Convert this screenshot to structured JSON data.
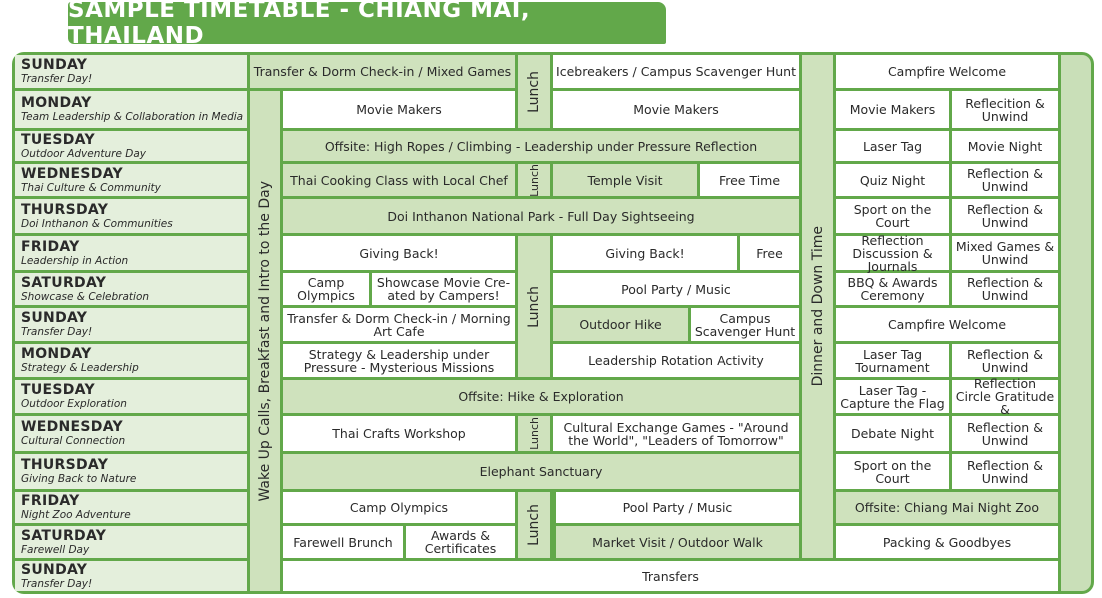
{
  "title": "SAMPLE TIMETABLE - CHIANG MAI, THAILAND",
  "side_labels": {
    "wakeup": "Wake Up Calls, Breakfast and Intro to the Day",
    "lunch": "Lunch",
    "dinner": "Dinner and Down Time"
  },
  "days": [
    {
      "name": "SUNDAY",
      "theme": "Transfer Day!"
    },
    {
      "name": "MONDAY",
      "theme": "Team Leadership & Collaboration in Media"
    },
    {
      "name": "TUESDAY",
      "theme": "Outdoor Adventure Day"
    },
    {
      "name": "WEDNESDAY",
      "theme": "Thai Culture & Community"
    },
    {
      "name": "THURSDAY",
      "theme": "Doi Inthanon & Communities"
    },
    {
      "name": "FRIDAY",
      "theme": "Leadership in Action"
    },
    {
      "name": "SATURDAY",
      "theme": "Showcase & Celebration"
    },
    {
      "name": "SUNDAY",
      "theme": "Transfer Day!"
    },
    {
      "name": "MONDAY",
      "theme": "Strategy & Leadership"
    },
    {
      "name": "TUESDAY",
      "theme": "Outdoor Exploration"
    },
    {
      "name": "WEDNESDAY",
      "theme": "Cultural Connection"
    },
    {
      "name": "THURSDAY",
      "theme": "Giving Back to Nature"
    },
    {
      "name": "FRIDAY",
      "theme": "Night Zoo Adventure"
    },
    {
      "name": "SATURDAY",
      "theme": "Farewell Day"
    },
    {
      "name": "SUNDAY",
      "theme": "Transfer Day!"
    }
  ],
  "activities": [
    "Transfer & Dorm Check-in / Mixed Games",
    "Icebreakers / Campus Scavenger Hunt",
    "Campfire Welcome",
    "Movie Makers",
    "Movie Makers",
    "Movie Makers",
    "Reflecition & Unwind",
    "Offsite: High Ropes / Climbing - Leadership under Pressure Reflection",
    "Laser Tag",
    "Movie Night",
    "Thai Cooking Class with Local Chef",
    "Temple Visit",
    "Free Time",
    "Quiz Night",
    "Reflection & Unwind",
    "Doi Inthanon National Park - Full Day Sightseeing",
    "Sport on the Court",
    "Reflection & Unwind",
    "Giving Back!",
    "Giving Back!",
    "Free",
    "Reflection Discussion & Journals",
    "Mixed Games & Unwind",
    "Camp Olympics",
    "Showcase Movie Cre-ated by Campers!",
    "Pool Party / Music",
    "BBQ & Awards Ceremony",
    "Reflection & Unwind",
    "Transfer & Dorm Check-in / Morning Art Cafe",
    "Outdoor Hike",
    "Campus Scavenger Hunt",
    "Campfire Welcome",
    "Strategy & Leadership under Pressure - Mysterious Missions",
    "Leadership Rotation Activity",
    "Laser Tag Tournament",
    "Reflection & Unwind",
    "Offsite: Hike & Exploration",
    "Laser Tag - Capture the Flag",
    "Reflection Circle Gratitude &",
    "Thai Crafts Workshop",
    "Cultural Exchange Games - \"Around the World\", \"Leaders of Tomorrow\"",
    "Debate Night",
    "Reflection & Unwind",
    "Elephant Sanctuary",
    "Sport on the Court",
    "Reflection & Unwind",
    "Camp Olympics",
    "Pool Party / Music",
    "Offsite: Chiang Mai Night Zoo",
    "Farewell Brunch",
    "Awards & Certificates",
    "Market Visit / Outdoor Walk",
    "Packing & Goodbyes",
    "Transfers"
  ],
  "colors": {
    "primary": "#62a84a",
    "light": "#cfe2bd",
    "day_bg": "#e4efdc"
  }
}
